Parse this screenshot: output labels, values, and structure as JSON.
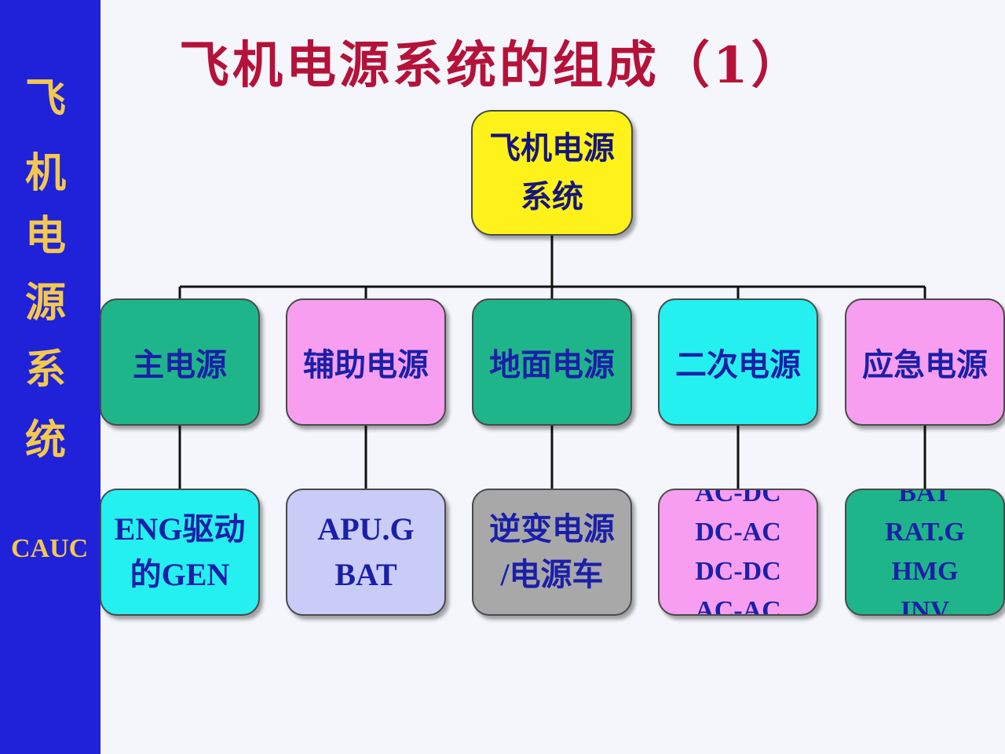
{
  "sidebar": {
    "chars": [
      "飞",
      "机",
      "电",
      "源",
      "系",
      "统"
    ],
    "logo_text": "CAUC",
    "background": "#1f22d8",
    "text_color": "#f3c84e"
  },
  "title": "飞机电源系统的组成（1）",
  "root": {
    "lines": [
      "飞机电源",
      "系统"
    ],
    "color": "#fff21a"
  },
  "categories": [
    {
      "label": "主电源",
      "color": "#1fb58a",
      "leaf": {
        "lines": [
          "ENG驱动",
          "的GEN"
        ],
        "color": "#24f0f0"
      }
    },
    {
      "label": "辅助电源",
      "color": "#f79ef0",
      "leaf": {
        "lines": [
          "APU.G",
          "BAT"
        ],
        "color": "#c8ccf7"
      }
    },
    {
      "label": "地面电源",
      "color": "#1fb58a",
      "leaf": {
        "lines": [
          "逆变电源",
          "/电源车"
        ],
        "color": "#a8a8a8"
      }
    },
    {
      "label": "二次电源",
      "color": "#24f0f0",
      "leaf": {
        "lines": [
          "AC-DC",
          "DC-AC",
          "DC-DC",
          "AC-AC"
        ],
        "color": "#f79ef0"
      }
    },
    {
      "label": "应急电源",
      "color": "#f79ef0",
      "leaf": {
        "lines": [
          "BAT",
          "RAT.G",
          "HMG",
          "INV"
        ],
        "color": "#1fb58a"
      }
    }
  ]
}
